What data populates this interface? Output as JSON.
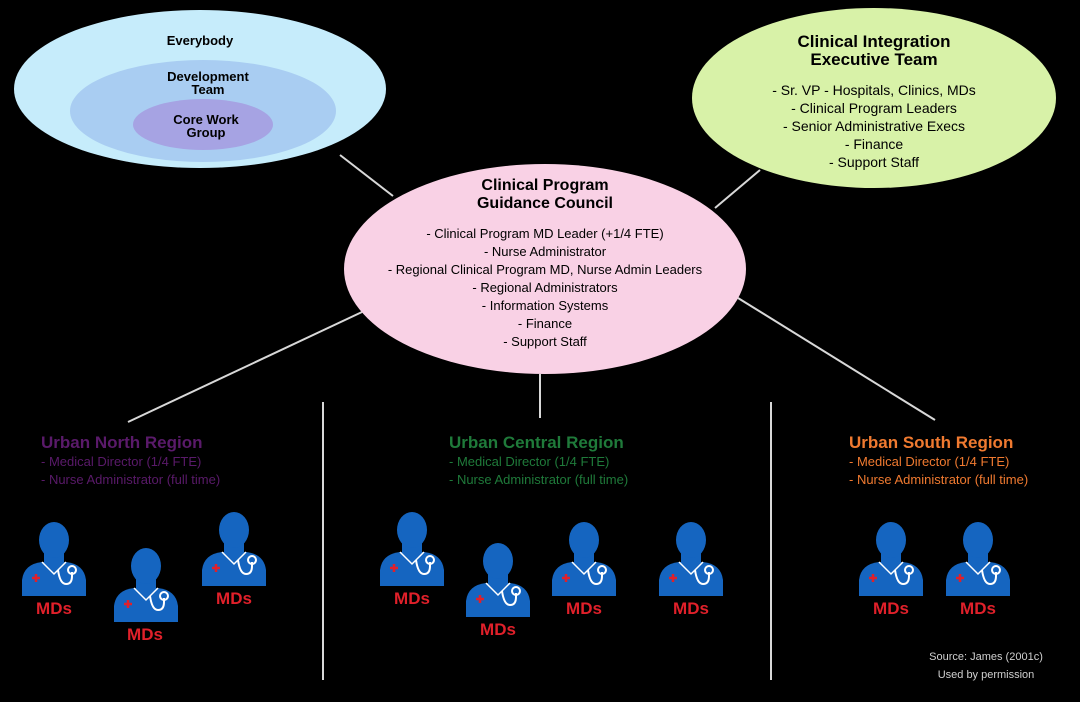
{
  "venn": {
    "outer": "Everybody",
    "middle": "Development Team",
    "inner": "Core Work Group"
  },
  "executive": {
    "title_line1": "Clinical Integration",
    "title_line2": "Executive Team",
    "items": [
      "- Sr. VP - Hospitals, Clinics, MDs",
      "- Clinical Program Leaders",
      "- Senior Administrative Execs",
      "- Finance",
      "- Support Staff"
    ]
  },
  "council": {
    "title_line1": "Clinical Program",
    "title_line2": "Guidance Council",
    "items": [
      "- Clinical Program MD Leader (+1/4 FTE)",
      "- Nurse Administrator",
      "- Regional Clinical Program MD, Nurse Admin Leaders",
      "- Regional Administrators",
      "- Information Systems",
      "- Finance",
      "- Support Staff"
    ]
  },
  "regions": [
    {
      "name": "Urban North Region",
      "director": "- Medical Director (1/4 FTE)",
      "nurse": "- Nurse Administrator (full time)",
      "color": "#5a1a6a"
    },
    {
      "name": "Urban Central Region",
      "director": "- Medical Director (1/4 FTE)",
      "nurse": "- Nurse Administrator (full time)",
      "color": "#1f7a3a"
    },
    {
      "name": "Urban South Region",
      "director": "- Medical Director (1/4 FTE)",
      "nurse": "- Nurse Administrator (full time)",
      "color": "#f07a30"
    }
  ],
  "md_label": "MDs",
  "source": {
    "line1": "Source: James (2001c)",
    "line2": "Used by permission"
  },
  "colors": {
    "venn_outer": "#c6ecfb",
    "venn_middle": "#a9cdf2",
    "venn_inner": "#a6a3e3",
    "executive": "#d8f2a8",
    "council": "#f9d1e5",
    "doctor": "#1565c0",
    "md_text": "#e0202a"
  },
  "icons": {
    "doctor": "doctor-stethoscope-icon"
  }
}
